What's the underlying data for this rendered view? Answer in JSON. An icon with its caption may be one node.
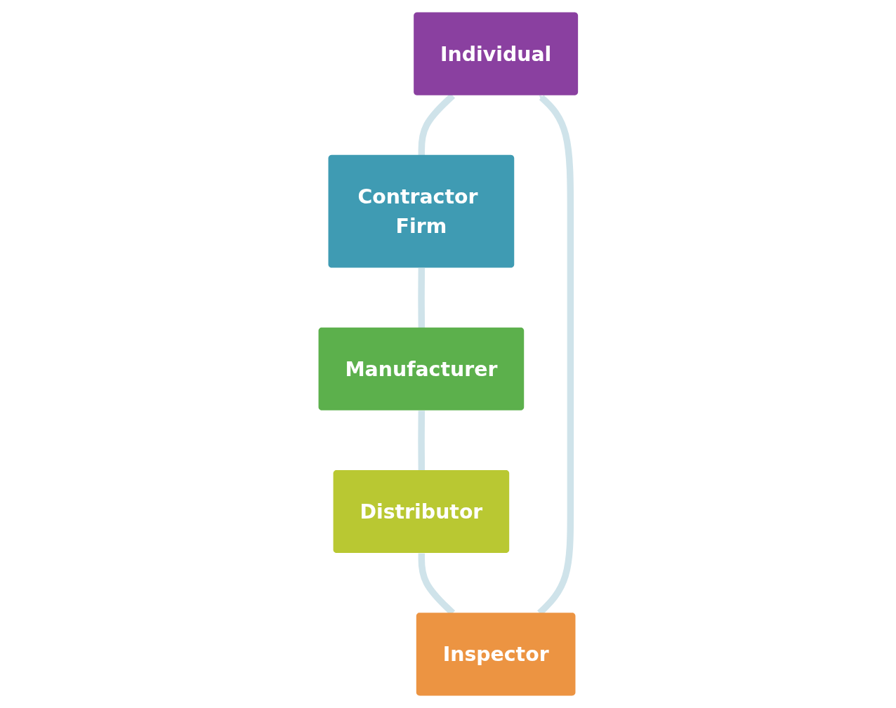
{
  "diagram": {
    "nodes": [
      {
        "text": [
          "Individual"
        ]
      },
      {
        "text": [
          "Contractor Firm"
        ]
      },
      {
        "text": [
          "Manufacturer"
        ]
      },
      {
        "text": [
          "Distributor"
        ]
      },
      {
        "text": [
          "Inspector"
        ]
      }
    ],
    "edges": [
      {
        "from": 0,
        "to": 1,
        "arrow": "none"
      },
      {
        "from": 1,
        "to": 2,
        "arrow": "none"
      },
      {
        "from": 2,
        "to": 3,
        "arrow": "none"
      },
      {
        "from": 3,
        "to": 4,
        "arrow": "none"
      },
      {
        "from": 4,
        "to": 0,
        "arrow": "to"
      }
    ]
  }
}
